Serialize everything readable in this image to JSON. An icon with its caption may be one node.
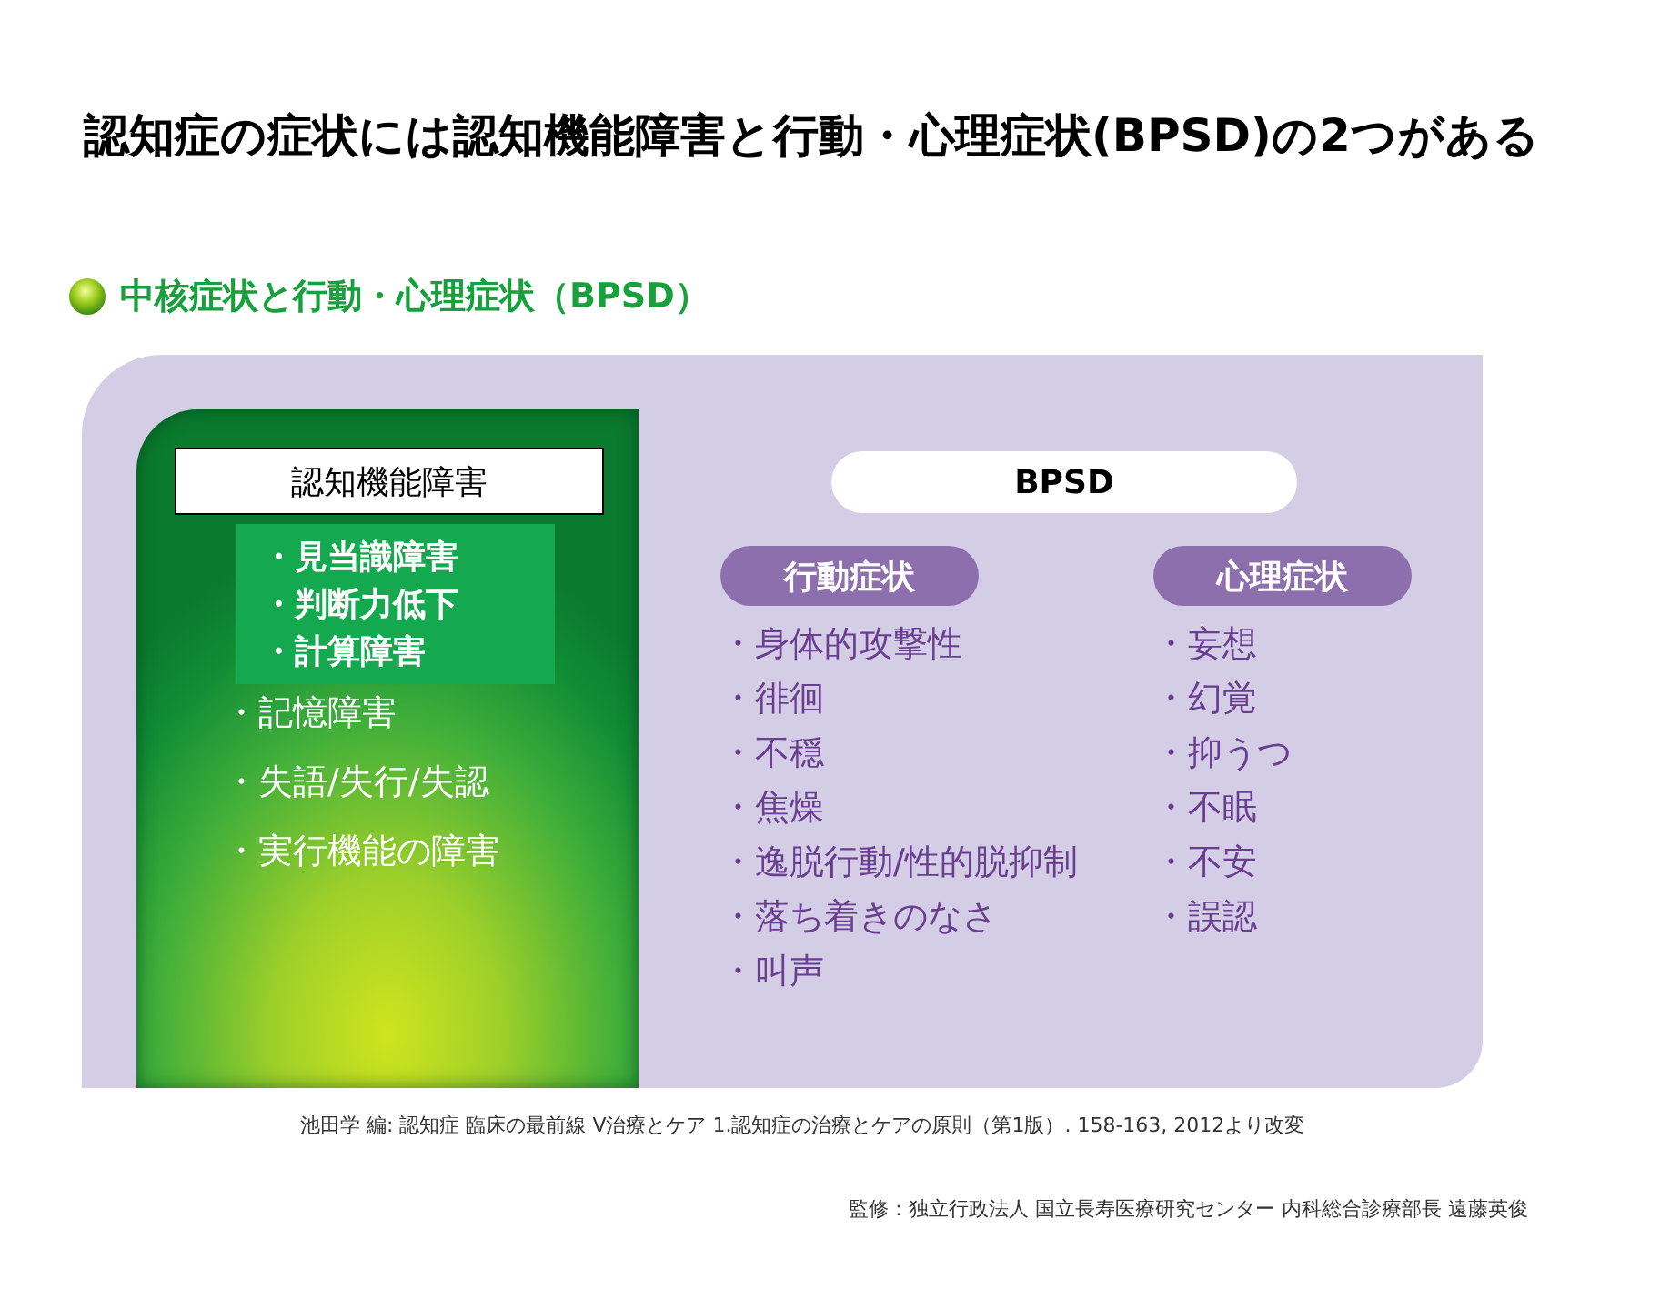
{
  "diagram": {
    "title": "認知症の症状には認知機能障害と行動・心理症状(BPSD)の2つがある",
    "nodes": [
      {
        "text": [
          "中核症状と行動・心理症状（BPSD）"
        ]
      },
      {
        "text": [
          "・記憶障害",
          "・失語/失行/失認",
          "・実行機能の障害"
        ],
        "in": 0
      },
      {
        "text": [
          "認知機能障害"
        ],
        "in": 1
      },
      {
        "text": [
          "・見当識障害",
          "・判断力低下",
          "・計算障害"
        ],
        "in": 1
      },
      {
        "text": [
          "BPSD"
        ],
        "in": 0
      },
      {
        "text": [
          "行動症状"
        ],
        "in": 0,
        "beside": [
          "・身体的攻撃性",
          "・徘徊",
          "・不穏",
          "・焦燥",
          "・逸脱行動/性的脱抑制",
          "・落ち着きのなさ",
          "・叫声"
        ]
      },
      {
        "text": [
          "心理症状"
        ],
        "in": 0,
        "beside": [
          "・妄想",
          "・幻覚",
          "・抑うつ",
          "・不眠",
          "・不安",
          "・誤認"
        ]
      }
    ],
    "edges": [],
    "labels": [
      "池田学 編: 認知症 臨床の最前線 Ⅴ治療とケア 1.認知症の治療とケアの原則（第1版）. 158-163, 2012より改変",
      "監修：独立行政法人 国立長寿医療研究センター 内科総合診療部長 遠藤英俊"
    ]
  }
}
